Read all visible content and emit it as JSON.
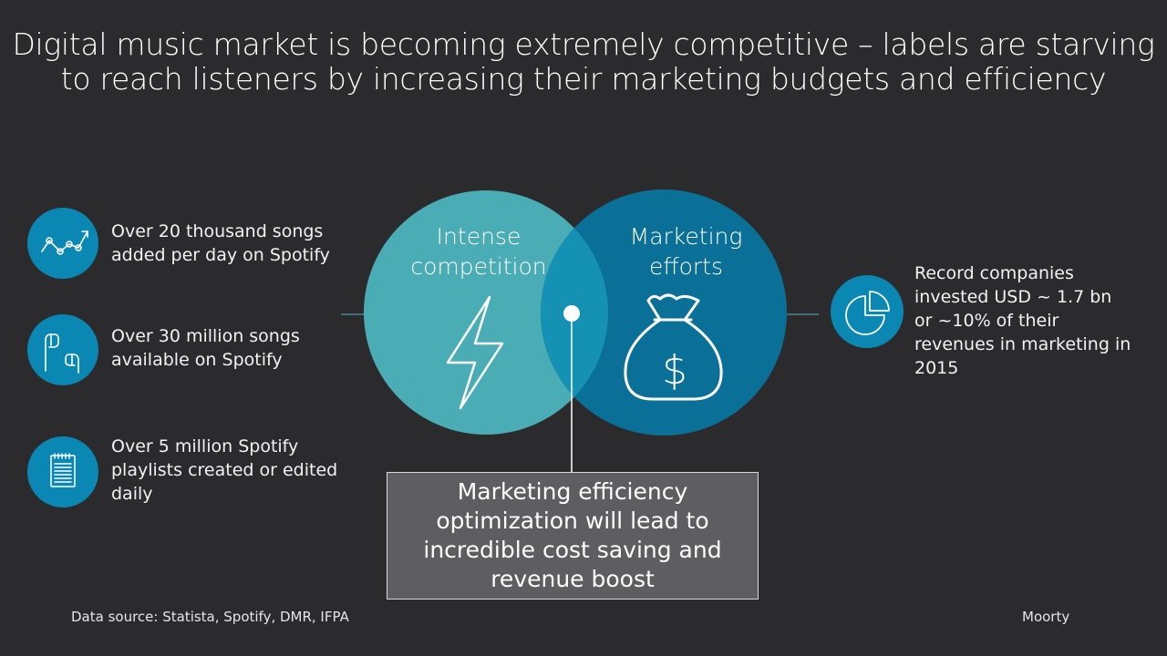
{
  "title": "Digital music market is becoming extremely competitive – labels are starving to reach listeners by increasing their marketing budgets and efficiency",
  "stats": [
    {
      "icon": "line-chart-icon",
      "text": "Over 20 thousand  songs added per day on Spotify"
    },
    {
      "icon": "earphones-icon",
      "text": "Over 30 million songs available on Spotify"
    },
    {
      "icon": "notepad-icon",
      "text": "Over 5 million Spotify playlists created or edited daily"
    }
  ],
  "right_stat": {
    "icon": "pie-chart-icon",
    "text": "Record companies invested USD ~ 1.7 bn or ~10% of their revenues in marketing in 2015"
  },
  "venn": {
    "left_label": "Intense competition",
    "left_icon": "lightning-icon",
    "right_label": "Marketing efforts",
    "right_icon": "money-bag-icon",
    "left_color": "#4aadb6",
    "right_color": "#0a7097",
    "overlap_color": "#1591b4"
  },
  "callout": "Marketing efficiency optimization will lead to incredible cost saving and revenue boost",
  "footer": {
    "source": "Data source: Statista, Spotify, DMR, IFPA",
    "brand": "Moorty"
  }
}
